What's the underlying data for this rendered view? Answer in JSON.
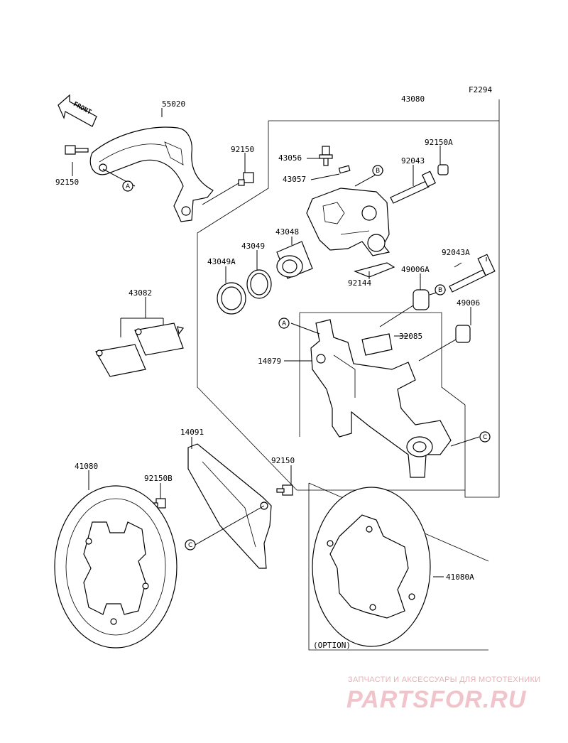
{
  "diagram": {
    "code": "F2294",
    "front_label": "FRONT",
    "option_label": "(OPTION)",
    "parts": {
      "p55020": "55020",
      "p43080": "43080",
      "p92150A": "92150A",
      "p92150_top": "92150",
      "p92150_left": "92150",
      "p43056": "43056",
      "p92043": "92043",
      "p43057": "43057",
      "p43048": "43048",
      "p43049": "43049",
      "p43049A": "43049A",
      "p92043A": "92043A",
      "p49006A": "49006A",
      "p92144": "92144",
      "p49006": "49006",
      "p43082": "43082",
      "p32085": "32085",
      "p14079": "14079",
      "p14091": "14091",
      "p41080": "41080",
      "p92150B": "92150B",
      "p92150_bottom": "92150",
      "p41080A": "41080A"
    },
    "callouts": {
      "a1": "A",
      "a2": "A",
      "b1": "B",
      "b2": "B",
      "c1": "C",
      "c2": "C"
    }
  },
  "watermark": {
    "tagline": "ЗАПЧАСТИ И АКСЕССУАРЫ ДЛЯ МОТОТЕХНИКИ",
    "logo": "PARTSFOR.RU",
    "color": "#f0c4ca"
  }
}
